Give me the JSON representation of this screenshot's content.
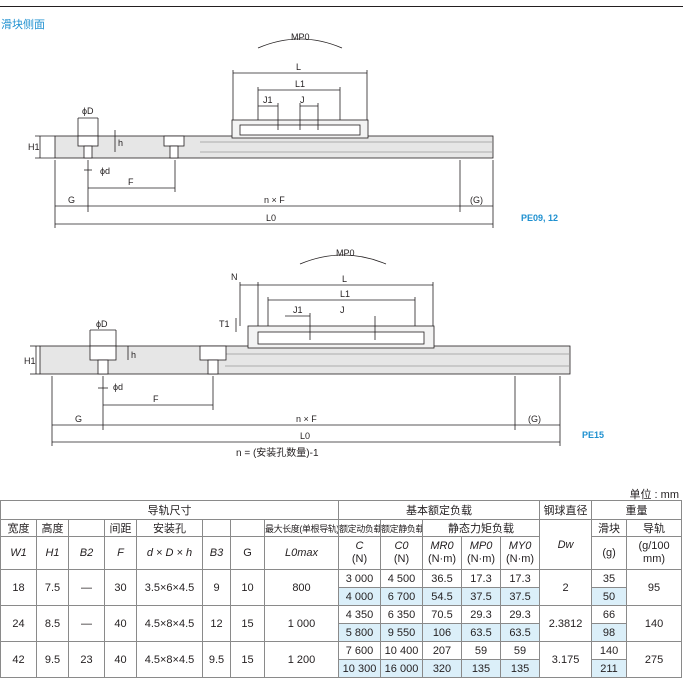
{
  "section_title": "滑块侧面",
  "drawing1": {
    "labels": {
      "moment": "MP0",
      "L": "L",
      "L1": "L1",
      "J1": "J1",
      "J": "J",
      "phiD": "ϕD",
      "H1": "H1",
      "h": "h",
      "phid": "ϕd",
      "F": "F",
      "G": "G",
      "nF": "n × F",
      "Gp": "(G)",
      "L0": "L0"
    },
    "model": "PE09, 12"
  },
  "drawing2": {
    "labels": {
      "moment": "MP0",
      "N": "N",
      "L": "L",
      "L1": "L1",
      "J1": "J1",
      "J": "J",
      "T1": "T1",
      "phiD": "ϕD",
      "H1": "H1",
      "h": "h",
      "phid": "ϕd",
      "F": "F",
      "G": "G",
      "nF": "n × F",
      "Gp": "(G)",
      "L0": "L0"
    },
    "model": "PE15",
    "formula": "n = (安装孔数量)-1"
  },
  "unit": "单位 : mm",
  "table": {
    "group_headers": {
      "rail_dims": "导轨尺寸",
      "load": "基本额定负载",
      "ball": "钢球直径",
      "weight": "重量"
    },
    "sub_headers": {
      "width": "宽度",
      "height": "高度",
      "pitch": "间距",
      "mount": "安装孔",
      "maxlen": "最大长度(单根导轨)",
      "dyn": "额定动负载",
      "stat": "额定静负载",
      "moment": "静态力矩负载",
      "block": "滑块",
      "rail": "导轨"
    },
    "symbols": {
      "W1": "W1",
      "H1": "H1",
      "B2": "B2",
      "F": "F",
      "dDh": "d × D × h",
      "B3": "B3",
      "G": "G",
      "L0max": "L0max",
      "C": "C",
      "C0": "C0",
      "MR0": "MR0",
      "MP0": "MP0",
      "MY0": "MY0",
      "Dw": "Dw",
      "g": "(g)",
      "rail_unit": "(g/100 mm)"
    },
    "units": {
      "C": "(N)",
      "C0": "(N)",
      "MR0": "(N·m)",
      "MP0": "(N·m)",
      "MY0": "(N·m)"
    },
    "rows": [
      {
        "W1": "18",
        "H1": "7.5",
        "B2": "—",
        "F": "30",
        "dDh": "3.5×6×4.5",
        "B3": "9",
        "G": "10",
        "L0max": "800",
        "Dw": "2",
        "rail": "95",
        "sub": [
          {
            "C": "3 000",
            "C0": "4 500",
            "MR0": "36.5",
            "MP0": "17.3",
            "MY0": "17.3",
            "block": "35"
          },
          {
            "C": "4 000",
            "C0": "6 700",
            "MR0": "54.5",
            "MP0": "37.5",
            "MY0": "37.5",
            "block": "50"
          }
        ]
      },
      {
        "W1": "24",
        "H1": "8.5",
        "B2": "—",
        "F": "40",
        "dDh": "4.5×8×4.5",
        "B3": "12",
        "G": "15",
        "L0max": "1 000",
        "Dw": "2.3812",
        "rail": "140",
        "sub": [
          {
            "C": "4 350",
            "C0": "6 350",
            "MR0": "70.5",
            "MP0": "29.3",
            "MY0": "29.3",
            "block": "66"
          },
          {
            "C": "5 800",
            "C0": "9 550",
            "MR0": "106",
            "MP0": "63.5",
            "MY0": "63.5",
            "block": "98"
          }
        ]
      },
      {
        "W1": "42",
        "H1": "9.5",
        "B2": "23",
        "F": "40",
        "dDh": "4.5×8×4.5",
        "B3": "9.5",
        "G": "15",
        "L0max": "1 200",
        "Dw": "3.175",
        "rail": "275",
        "sub": [
          {
            "C": "7 600",
            "C0": "10 400",
            "MR0": "207",
            "MP0": "59",
            "MY0": "59",
            "block": "140"
          },
          {
            "C": "10 300",
            "C0": "16 000",
            "MR0": "320",
            "MP0": "135",
            "MY0": "135",
            "block": "211"
          }
        ]
      }
    ]
  },
  "colors": {
    "accent": "#1e90d0",
    "band": "#dbeff9",
    "rail_fill": "#e6e6e6"
  }
}
